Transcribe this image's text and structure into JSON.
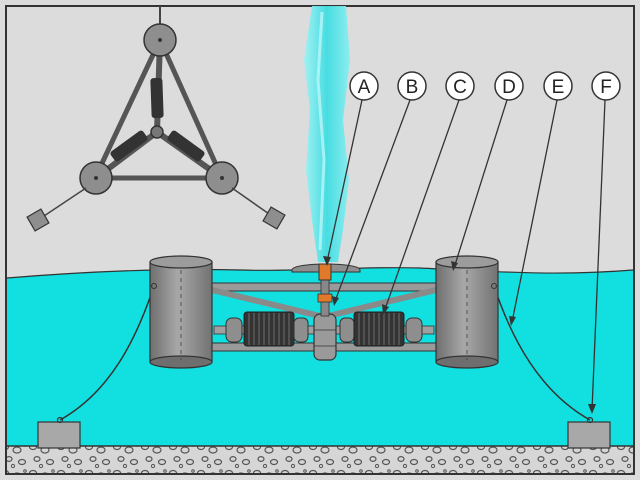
{
  "diagram": {
    "labels": [
      "A",
      "B",
      "C",
      "D",
      "E",
      "F"
    ]
  },
  "colors": {
    "sky": "#dcdcdc",
    "water": "#12dfe0",
    "water_dark": "#0fc8cc",
    "jet": "#4ee6ea",
    "float_body": "#8e8e8e",
    "float_dark": "#6a6a6a",
    "frame": "#9a9a9a",
    "coil": "#3a3a3a",
    "nozzle": "#e07a2a",
    "anchor": "#a8a8a8",
    "seabed": "#d8d8d8",
    "outline": "#333333"
  }
}
